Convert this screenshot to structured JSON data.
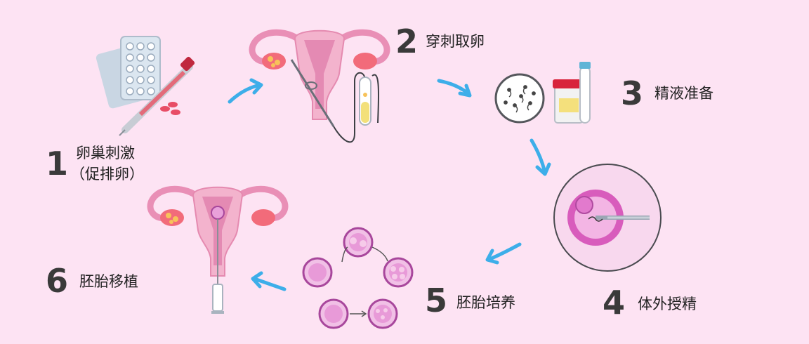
{
  "steps": [
    {
      "number": "1",
      "label": "卵巢刺激",
      "sublabel": "（促排卵）"
    },
    {
      "number": "2",
      "label": "穿刺取卵"
    },
    {
      "number": "3",
      "label": "精液准备"
    },
    {
      "number": "4",
      "label": "体外授精"
    },
    {
      "number": "5",
      "label": "胚胎培养"
    },
    {
      "number": "6",
      "label": "胚胎移植"
    }
  ],
  "colors": {
    "background": "#fde3f3",
    "arrow": "#3daee9",
    "uterus": "#f0a6c6",
    "cell": "#e6a3d6",
    "cell_stroke": "#a040a0",
    "number": "#3a3a3a"
  },
  "icons": [
    "medication-icon",
    "egg-retrieval-icon",
    "sperm-sample-icon",
    "fertilization-icon",
    "embryo-culture-icon",
    "embryo-transfer-icon",
    "flow-arrow-icon"
  ]
}
